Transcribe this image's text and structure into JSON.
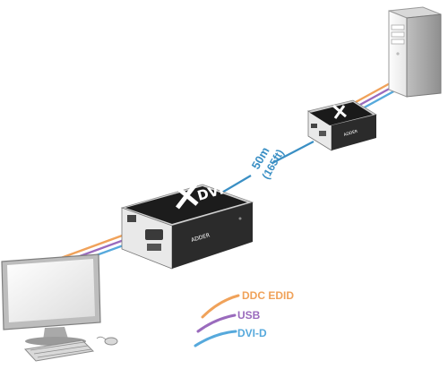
{
  "distance": {
    "metres": "50m",
    "feet": "(165ft)"
  },
  "unit": {
    "model": "DVI",
    "brand": "ADDER"
  },
  "legend": [
    {
      "label": "DDC EDID",
      "color": "#f0a25a"
    },
    {
      "label": "USB",
      "color": "#9a6bbd"
    },
    {
      "label": "DVI-D",
      "color": "#56a9dc"
    }
  ],
  "colors": {
    "extender_link": "#3a8fc4",
    "device_body": "#2b2b2b",
    "device_face": "#e9e9e9"
  },
  "icons": [
    "computer-tower-icon",
    "monitor-icon",
    "keyboard-icon",
    "mouse-icon"
  ]
}
